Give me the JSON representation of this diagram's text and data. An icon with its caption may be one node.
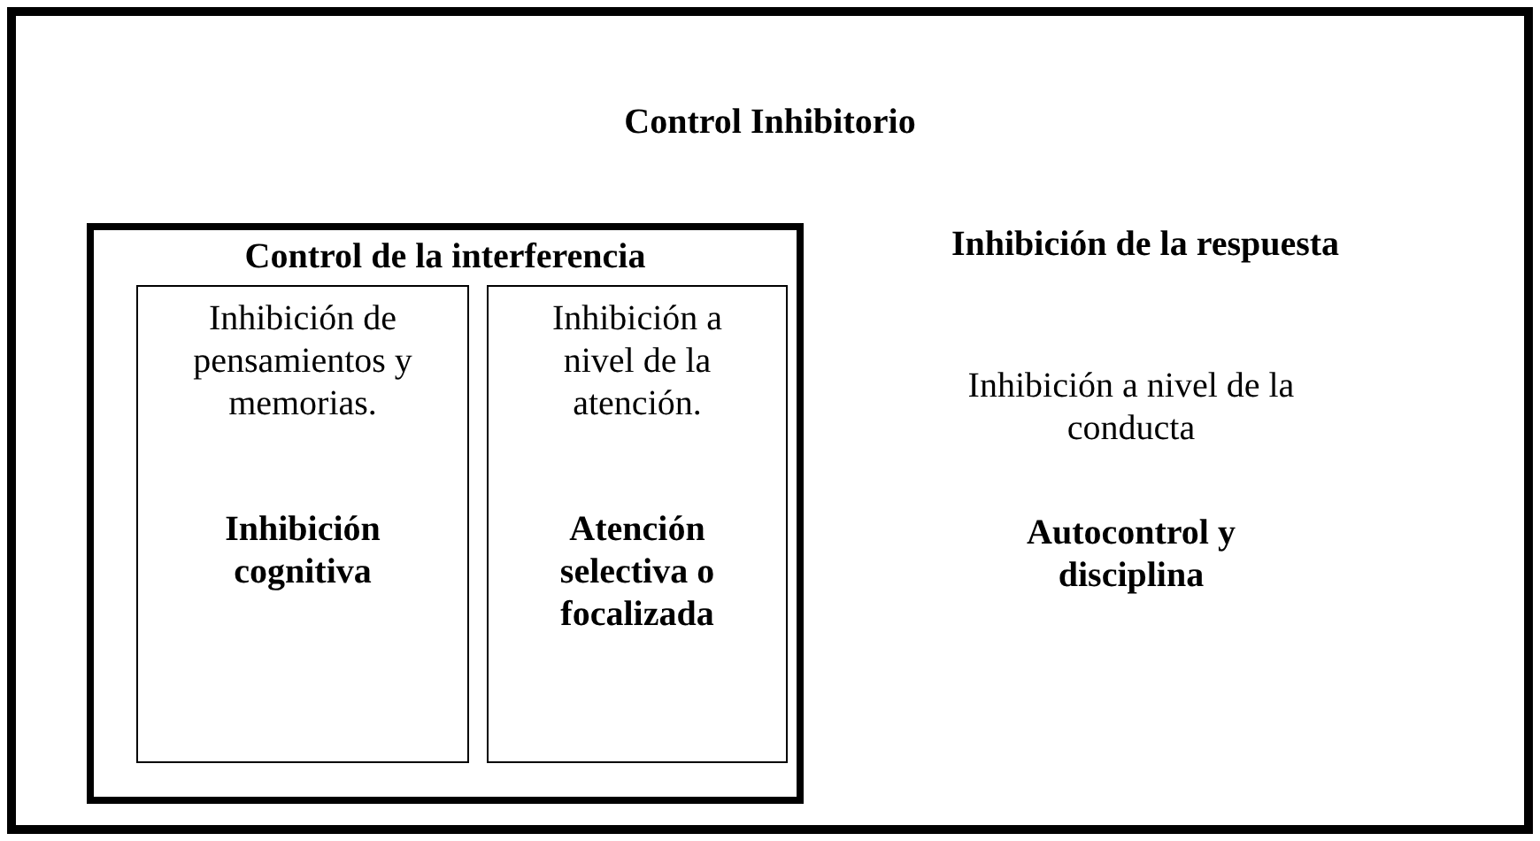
{
  "diagram": {
    "nodes": [
      {
        "text": [
          "Control Inhibitorio"
        ]
      },
      {
        "text": [
          "Control de la interferencia"
        ],
        "in": 0
      },
      {
        "text": [
          "Inhibición de pensamientos y memorias.",
          "Inhibición cognitiva"
        ],
        "in": 1
      },
      {
        "text": [
          "Inhibición a nivel de la atención.",
          "Atención selectiva o focalizada"
        ],
        "in": 1
      }
    ],
    "edges": [],
    "labels": [
      "Inhibición de la respuesta",
      "Inhibición a nivel de la conducta",
      "Autocontrol y disciplina"
    ]
  }
}
